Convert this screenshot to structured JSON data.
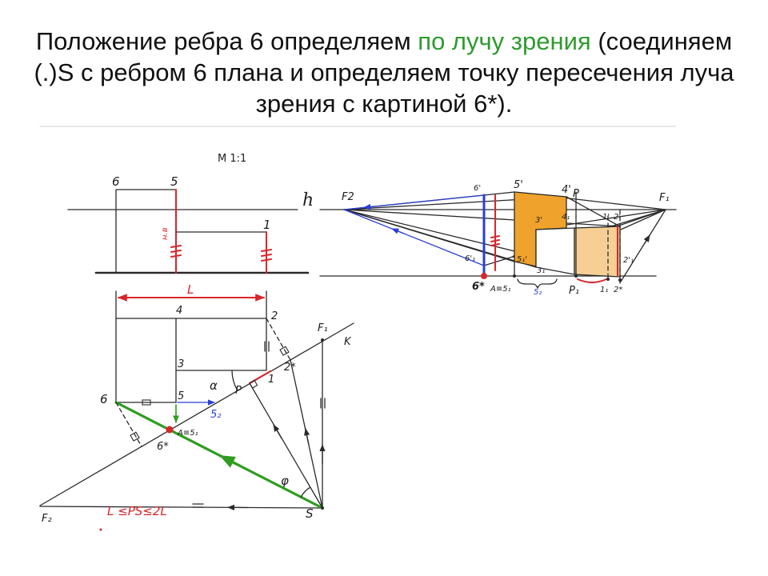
{
  "title": {
    "line1_start": "Положение ребра 6 определяем ",
    "line1_highlight": "по лучу зрения",
    "line1_end": " (соединяем",
    "line2": "(.)S с ребром 6 плана и определяем точку пересечения луча",
    "line3": "зрения с картиной 6*)."
  },
  "colors": {
    "text": "#111111",
    "highlight": "#2e9b2e",
    "red": "#d8262b",
    "blue": "#2a3fd6",
    "green": "#2f9d20",
    "orange": "#f0a32c",
    "orange_light": "#f7cf95"
  },
  "elevation": {
    "scale": "М 1:1",
    "point_6": "6",
    "point_5": "5",
    "point_1": "1",
    "true_height": "н.в",
    "horizon": "h"
  },
  "perspective": {
    "vanishing_left": "F2",
    "vanishing_right": "F₁",
    "p6_top": "6'",
    "p5_top": "5'",
    "p4_top": "4'",
    "p_top": "P",
    "p3_top": "3'",
    "p4_sub": "4₁",
    "p1_top": "1'",
    "p2_top": "2'",
    "p6_base": "6'₁",
    "p5_base": "5₁'",
    "p3_base": "3₁",
    "p2_base": "2'₁",
    "p6_star": "6*",
    "pA": "A≡5₁",
    "p5_2": "5₂",
    "pP1": "P₁",
    "p1_1": "1₁",
    "p2_star": "2*"
  },
  "plan": {
    "length": "L",
    "point_4": "4",
    "point_2": "2",
    "vanishing_right": "F₁",
    "picture_plane": "K",
    "point_3": "3",
    "angle_alpha": "α",
    "principal_point": "P",
    "point_1": "1",
    "point_2_star": "2*",
    "point_6": "6",
    "point_5": "5",
    "point_5_2": "5₂",
    "point_A": "A≡5₁",
    "point_6_star": "6*",
    "angle_phi": "φ",
    "vanishing_left": "F₂",
    "station_point": "S",
    "distance_rule": "L ≤PS≤2L"
  }
}
